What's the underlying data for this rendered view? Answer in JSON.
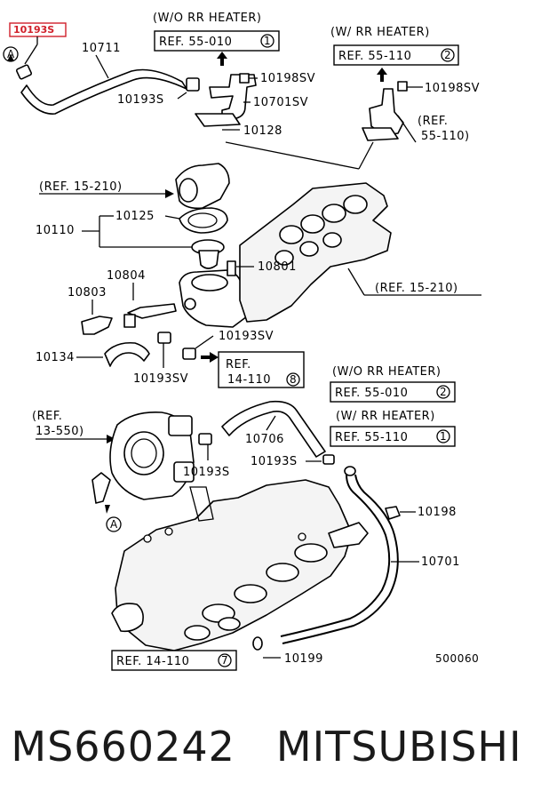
{
  "highlight": {
    "part_number": "10193S",
    "color": "#d0202a"
  },
  "callouts": {
    "a_top": "A",
    "a_bottom": "A"
  },
  "labels": {
    "hose_10711": "10711",
    "clamp_10193s_top": "10193S",
    "bolt_10198sv_1": "10198SV",
    "pipe_10701sv": "10701SV",
    "bolt_10198sv_2": "10198SV",
    "gasket_10128": "10128",
    "gasket_10125": "10125",
    "thermostat_10110": "10110",
    "sensor_10804": "10804",
    "switch_10803": "10803",
    "fitting_10801": "10801",
    "hose_10134": "10134",
    "clamp_10193sv_a": "10193SV",
    "clamp_10193sv_b": "10193SV",
    "hose_10706": "10706",
    "clamp_10193s_mid": "10193S",
    "clamp_10193s_right": "10193S",
    "bolt_10198": "10198",
    "pipe_10701": "10701",
    "oring_10199": "10199",
    "diagram_code": "500060"
  },
  "notes": {
    "wo_rr_heater_top": "(W/O RR HEATER)",
    "w_rr_heater_top": "(W/ RR HEATER)",
    "ref_55_110_paren_1": "(REF.",
    "ref_55_110_paren_2": "55-110)",
    "ref_15_210_left": "(REF. 15-210)",
    "ref_15_210_right": "(REF. 15-210)",
    "ref_13_550_1": "(REF.",
    "ref_13_550_2": "13-550)",
    "wo_rr_heater_mid": "(W/O RR HEATER)",
    "w_rr_heater_mid": "(W/ RR HEATER)"
  },
  "ref_boxes": {
    "top_left": {
      "text": "REF. 55-010",
      "num": "1"
    },
    "top_right": {
      "text": "REF. 55-110",
      "num": "2"
    },
    "mid_left_1": "REF.",
    "mid_left_2": "14-110",
    "mid_left_num": "8",
    "mid_right_1": {
      "text": "REF. 55-010",
      "num": "2"
    },
    "mid_right_2": {
      "text": "REF. 55-110",
      "num": "1"
    },
    "bottom": {
      "text": "REF. 14-110",
      "num": "7"
    }
  },
  "footer": {
    "part_number": "MS660242",
    "brand": "MITSUBISHI"
  }
}
